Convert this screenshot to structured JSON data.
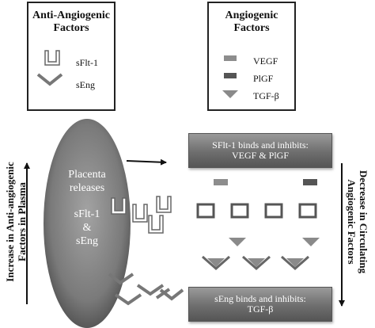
{
  "legend_anti": {
    "title": "Anti-Angiogenic\nFactors",
    "items": [
      "sFlt-1",
      "sEng"
    ]
  },
  "legend_angio": {
    "title": "Angiogenic\nFactors",
    "items": [
      "VEGF",
      "PlGF",
      "TGF-β"
    ]
  },
  "placenta": {
    "releases_text": "Placenta\nreleases",
    "factors_text": "sFlt-1\n&\nsEng"
  },
  "left_side_label": "Increase in Anti-angiogenic\nFactors in Plasma",
  "right_side_label": "Decrease in Circulating\nAngiogenic Factors",
  "top_box_text": "SFlt-1 binds and inhibits:\nVEGF & PlGF",
  "bottom_box_text": "sEng binds and inhibits:\nTGF-β",
  "colors": {
    "ellipse_center": "#9b9b9b",
    "ellipse_edge": "#4a4a4a",
    "shape_fill": "#ffffff",
    "shape_stroke": "#666666",
    "vegf": "#8d8d8d",
    "plgf": "#555555",
    "tgf": "#8a8a8a"
  }
}
